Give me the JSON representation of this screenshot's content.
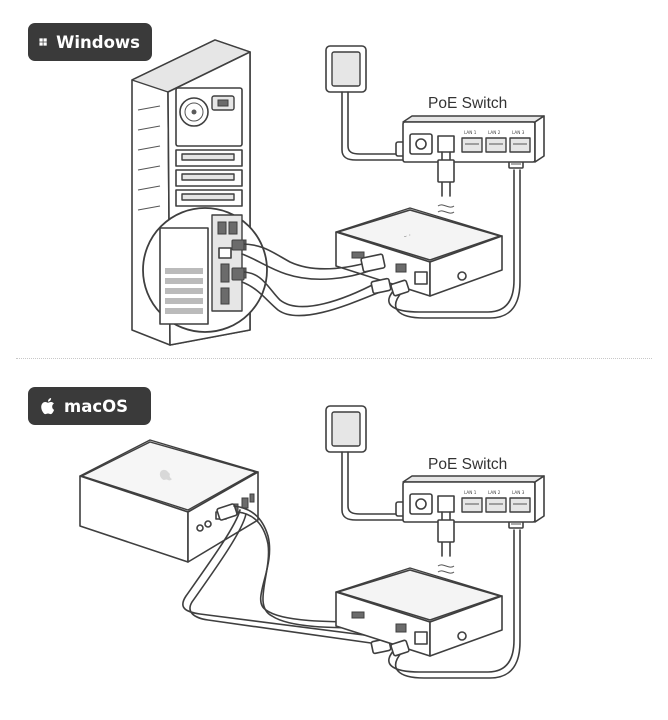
{
  "sections": [
    {
      "os_label": "Windows",
      "os_icon": "windows-logo-icon",
      "switch_label": "PoE Switch",
      "switch_ports": [
        "LAN 1",
        "LAN 2",
        "LAN 3"
      ]
    },
    {
      "os_label": "macOS",
      "os_icon": "apple-logo-icon",
      "switch_label": "PoE Switch",
      "switch_ports": [
        "LAN 1",
        "LAN 2",
        "LAN 3"
      ]
    }
  ],
  "colors": {
    "badge_bg": "#3a3a3a",
    "badge_text": "#ffffff",
    "line": "#3f3f3f",
    "divider": "#c8c8c8"
  }
}
